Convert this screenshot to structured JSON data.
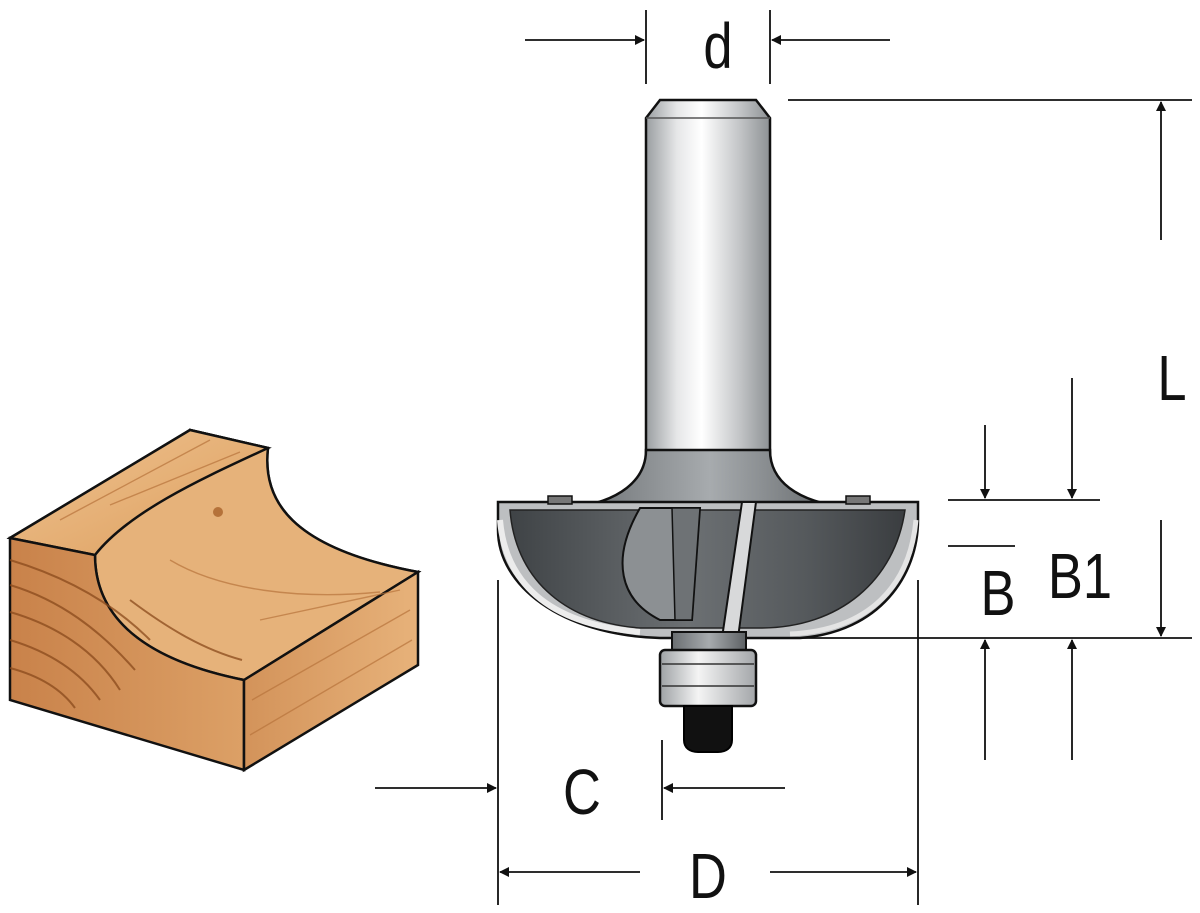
{
  "labels": {
    "shank_diameter": "d",
    "total_length": "L",
    "cutting_height": "B",
    "cutting_height_total": "B1",
    "radius_offset": "C",
    "cutting_diameter": "D"
  },
  "colors": {
    "outline": "#111111",
    "wood_light": "#e9b985",
    "wood_mid": "#d99a5b",
    "wood_dark": "#b96f35",
    "steel_light": "#f2f2f2",
    "steel_mid": "#c9c9c9",
    "steel_dark": "#4f5356",
    "carbide": "#7b7f83"
  }
}
